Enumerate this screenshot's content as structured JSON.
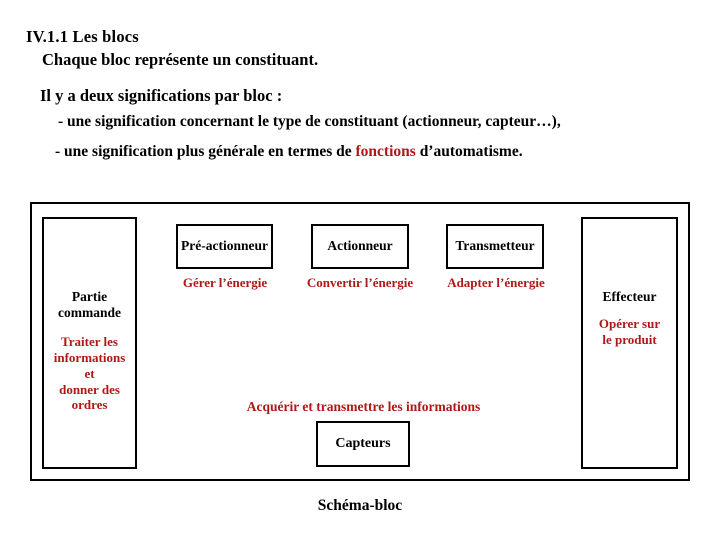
{
  "slide": {
    "heading": "IV.1.1  Les blocs",
    "lines": [
      {
        "id": "chaque",
        "text": "Chaque bloc représente un constituant."
      },
      {
        "id": "ilya",
        "text": "Il y a deux significations par bloc :"
      }
    ],
    "bullets": [
      {
        "id": "bullet1",
        "text": "- une signification concernant le type de constituant (actionneur, capteur…),"
      },
      {
        "id": "bullet2_before",
        "text": "- une signification plus générale en termes de ",
        "highlight": "fonctions",
        "after": " d’automatisme."
      }
    ],
    "caption": "Schéma-bloc"
  },
  "colors": {
    "red": "#B01818",
    "black": "#000000",
    "background": "#FFFFFF"
  },
  "diagram": {
    "blocks": [
      {
        "id": "partie-commande",
        "title_line1": "Partie",
        "title_line2": "commande",
        "sub_line1": "Traiter les",
        "sub_line2": "informations",
        "sub_line3": "et",
        "sub_line4": "donner des",
        "sub_line5": "ordres"
      },
      {
        "id": "pre-actionneur",
        "label": "Pré-actionneur",
        "function": "Gérer l’énergie"
      },
      {
        "id": "actionneur",
        "label": "Actionneur",
        "function": "Convertir l’énergie"
      },
      {
        "id": "transmetteur",
        "label": "Transmetteur",
        "function": "Adapter l’énergie"
      },
      {
        "id": "effecteur",
        "title": "Effecteur",
        "sub_line1": "Opérer sur",
        "sub_line2": "le produit"
      },
      {
        "id": "capteurs",
        "label": "Capteurs",
        "function": "Acquérir et transmettre les informations"
      }
    ]
  }
}
